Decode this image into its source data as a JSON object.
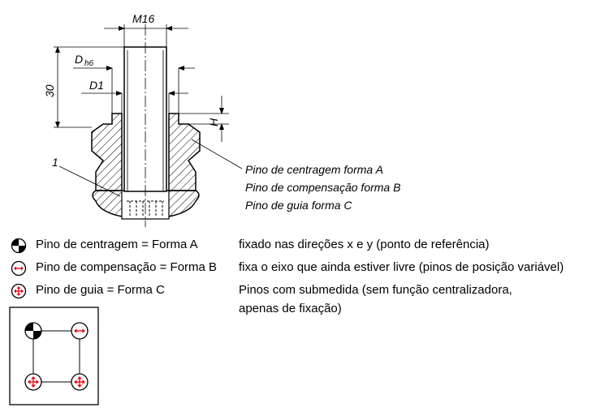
{
  "dimensions": {
    "thread": "M16",
    "d_label": "D",
    "d_sub": "h6",
    "d1": "D1",
    "height": "30",
    "h": "H",
    "part_number": "1"
  },
  "callout": {
    "line1": "Pino de centragem forma A",
    "line2": "Pino de compensação forma B",
    "line3": "Pino de guia forma C"
  },
  "legend": [
    {
      "icon": "centering-pin-icon",
      "name": "Pino de centragem = Forma A",
      "description": "fixado nas direções x e y (ponto de referência)"
    },
    {
      "icon": "compensation-pin-icon",
      "name": "Pino de compensação = Forma B",
      "description": "fixa o eixo que ainda estiver livre (pinos de posição variável)"
    },
    {
      "icon": "guide-pin-icon",
      "name": "Pino de guia = Forma C",
      "description": "Pinos com submedida (sem função centralizadora,",
      "description2": "apenas de fixação)"
    }
  ],
  "colors": {
    "arrow": "#e30613",
    "line": "#000000"
  }
}
